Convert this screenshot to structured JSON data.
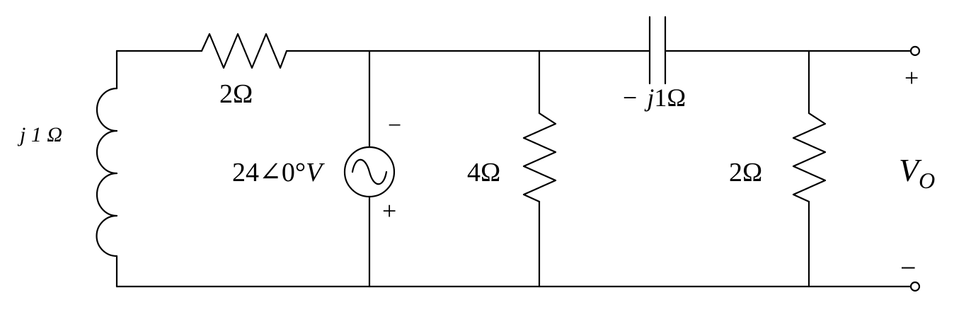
{
  "diagram": {
    "inductor_label": "j 1 Ω",
    "resistor_top_label": "2Ω",
    "source": {
      "label": "24∠0°",
      "unit": "V",
      "polarity_top": "−",
      "polarity_bottom": "+"
    },
    "resistor_middle_label": "4Ω",
    "capacitor_label": {
      "sign": "−",
      "j": "j",
      "value": "1Ω"
    },
    "resistor_right_label": "2Ω",
    "output": {
      "plus": "+",
      "minus": "−",
      "symbol": "V",
      "subscript": "O"
    }
  }
}
